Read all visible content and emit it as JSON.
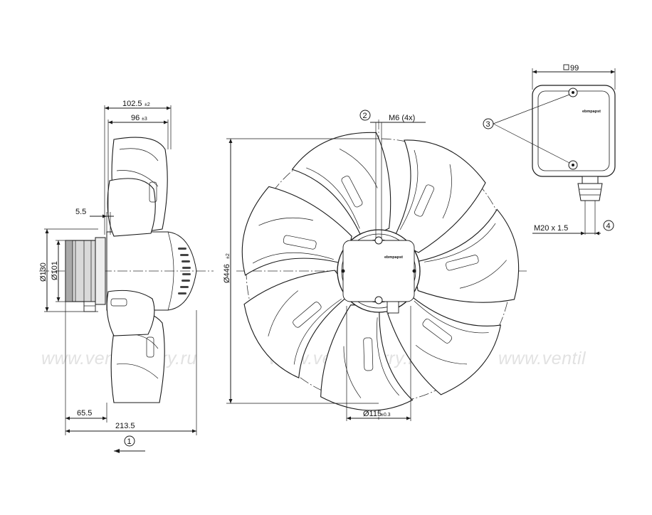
{
  "watermark": {
    "text_1": "www.ventilatorry.ru",
    "text_2": "www.ventilatorry.ru",
    "text_3": "www.ventil"
  },
  "side_view": {
    "dim_overall": "102.5",
    "dim_overall_tol": "±2",
    "dim_blade": "96",
    "dim_blade_tol": "±3",
    "dim_offset": "5.5",
    "dim_motor_dia": "Ø130",
    "dim_hub_dia": "Ø101",
    "dim_motor_len": "65.5",
    "dim_total_len": "213.5",
    "airflow_callout": "1"
  },
  "front_view": {
    "dim_diameter": "Ø446",
    "dim_diameter_tol": "±2",
    "dim_bolt_circle": "Ø115",
    "dim_bolt_circle_tol": "±0.3",
    "thread_label": "M6 (4x)",
    "thread_callout": "2",
    "hub_brand": "ebmpapst"
  },
  "terminal_box": {
    "dim_size": "99",
    "brand": "ebmpapst",
    "screws_callout": "3",
    "gland_label": "M20 x 1.5",
    "gland_callout": "4"
  }
}
